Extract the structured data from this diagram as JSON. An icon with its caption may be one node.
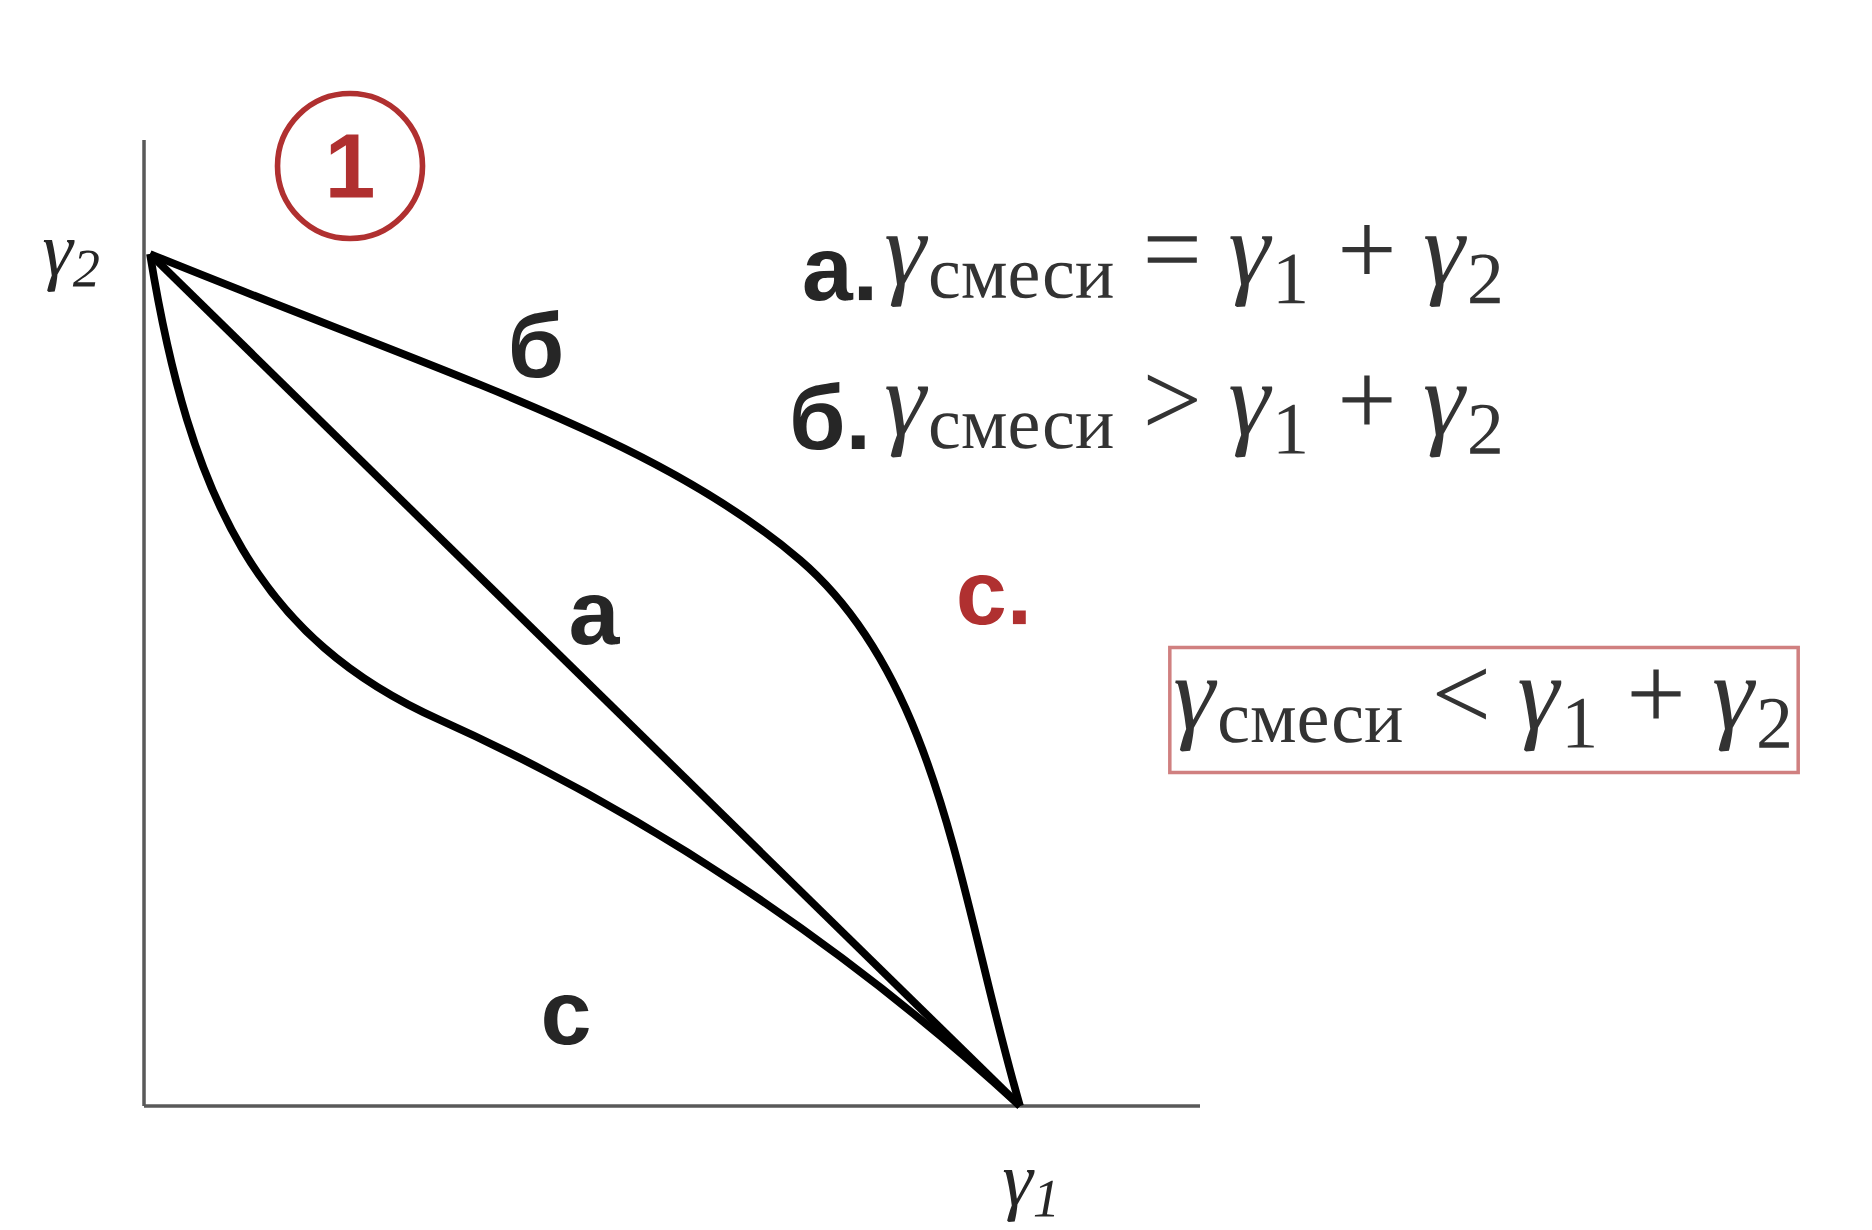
{
  "diagram": {
    "nodes": [
      {
        "text": [
          "1"
        ]
      },
      {
        "text": [
          "*γ*$_{смеси}$ < *γ*$_{1}$ + *γ*$_{2}$"
        ]
      }
    ],
    "labels": [
      "γ$_{2}$",
      "а.",
      "*γ*$_{смеси}$ = *γ*$_{1}$ + *γ*$_{2}$",
      "б",
      "б.",
      "*γ*$_{смеси}$ > *γ*$_{1}$ + *γ*$_{2}$",
      "а",
      "с.",
      "с",
      "γ$_{1}$"
    ]
  }
}
